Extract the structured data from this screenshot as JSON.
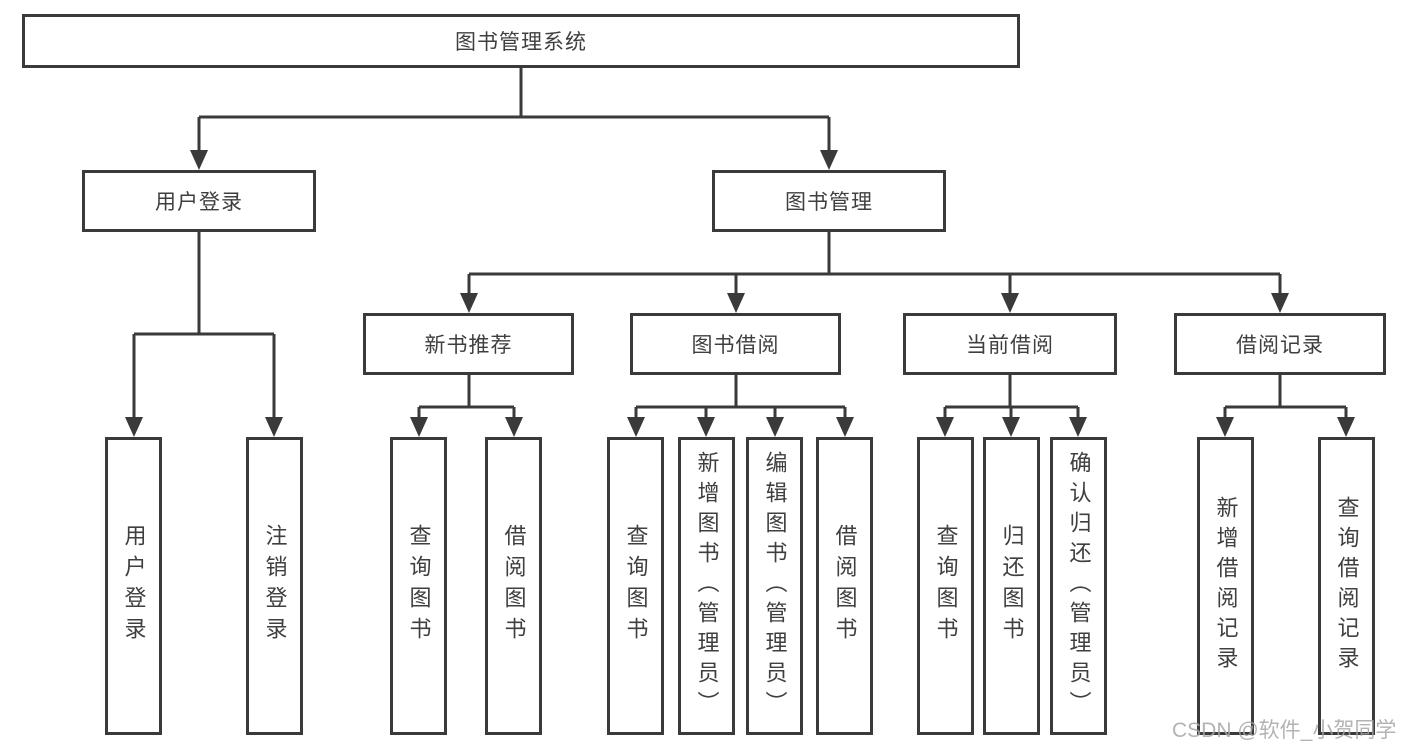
{
  "diagram": {
    "root": {
      "label": "图书管理系统"
    },
    "level2": [
      {
        "label": "用户登录"
      },
      {
        "label": "图书管理"
      }
    ],
    "level3": [
      {
        "label": "新书推荐"
      },
      {
        "label": "图书借阅"
      },
      {
        "label": "当前借阅"
      },
      {
        "label": "借阅记录"
      }
    ],
    "leaves": {
      "user_login": [
        "用户登录",
        "注销登录"
      ],
      "new_book": [
        "查询图书",
        "借阅图书"
      ],
      "book_borrow": [
        "查询图书",
        "新增图书（管理员）",
        "编辑图书（管理员）",
        "借阅图书"
      ],
      "current_borrow": [
        "查询图书",
        "归还图书",
        "确认归还（管理员）"
      ],
      "borrow_record": [
        "新增借阅记录",
        "查询借阅记录"
      ]
    }
  },
  "watermark": "CSDN @软件_小贺同学",
  "colors": {
    "line": "#3a3a3a",
    "text": "#3f3f3f",
    "background": "#ffffff",
    "watermark": "#a6a6a6"
  }
}
